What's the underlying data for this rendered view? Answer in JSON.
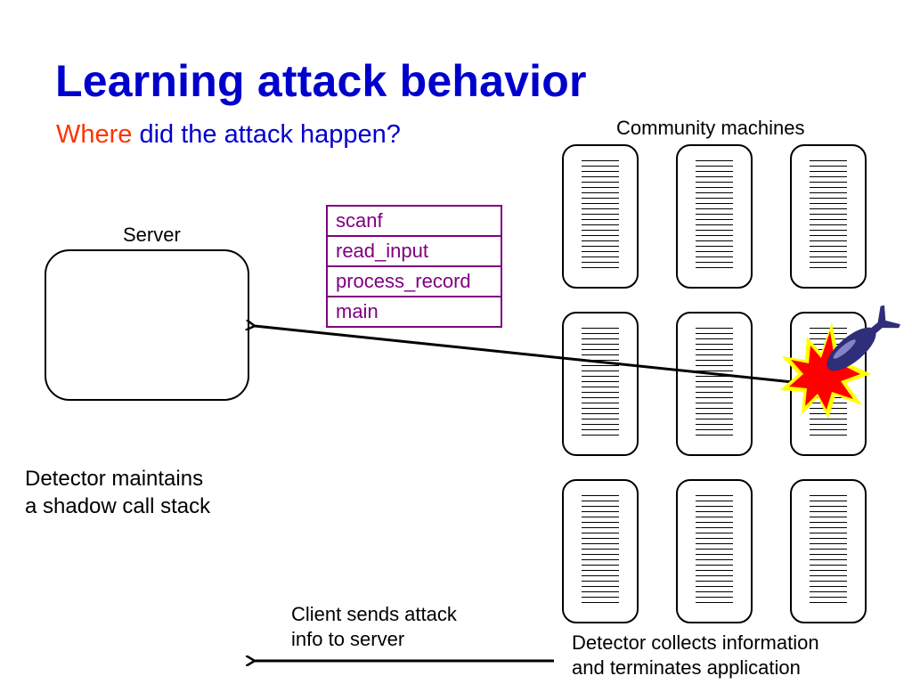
{
  "slide": {
    "title": "Learning attack behavior",
    "subtitle_highlight": "Where",
    "subtitle_rest": " did the attack happen?"
  },
  "labels": {
    "server": "Server",
    "community": "Community machines",
    "detector_shadow_line1": "Detector maintains",
    "detector_shadow_line2": "a shadow call stack",
    "client_sends_line1": "Client sends attack",
    "client_sends_line2": "info to server",
    "detector_collects_line1": "Detector collects information",
    "detector_collects_line2": "and terminates application"
  },
  "call_stack": [
    "scanf",
    "read_input",
    "process_record",
    "main"
  ],
  "colors": {
    "title": "#0000cc",
    "highlight": "#ff3300",
    "stack": "#800080",
    "explosion_outer": "#ffff00",
    "explosion_inner": "#ff0000",
    "bomb": "#2e2e7a"
  },
  "icons": [
    "explosion-icon",
    "bomb-icon"
  ]
}
